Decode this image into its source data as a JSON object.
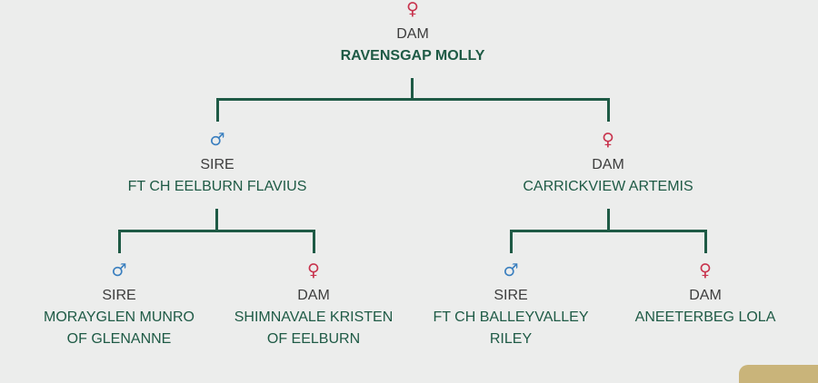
{
  "pedigree": {
    "root": {
      "sex_icon": "female-icon",
      "symbol": "♀",
      "role": "DAM",
      "name": "RAVENSGAP MOLLY"
    },
    "sire": {
      "sex_icon": "male-icon",
      "symbol": "♂",
      "role": "SIRE",
      "name": "FT CH EELBURN FLAVIUS"
    },
    "dam": {
      "sex_icon": "female-icon",
      "symbol": "♀",
      "role": "DAM",
      "name": "CARRICKVIEW ARTEMIS"
    },
    "sire_sire": {
      "symbol": "♂",
      "role": "SIRE",
      "name": "MORAYGLEN MUNRO OF GLENANNE"
    },
    "sire_dam": {
      "symbol": "♀",
      "role": "DAM",
      "name": "SHIMNAVALE KRISTEN OF EELBURN"
    },
    "dam_sire": {
      "symbol": "♂",
      "role": "SIRE",
      "name": "FT CH BALLEYVALLEY RILEY"
    },
    "dam_dam": {
      "symbol": "♀",
      "role": "DAM",
      "name": "ANEETERBEG LOLA"
    }
  },
  "colors": {
    "accent": "#1e5a45",
    "female": "#c8334d",
    "male": "#3a7fbf",
    "gold": "#c9b47a",
    "background": "#ecedec"
  }
}
